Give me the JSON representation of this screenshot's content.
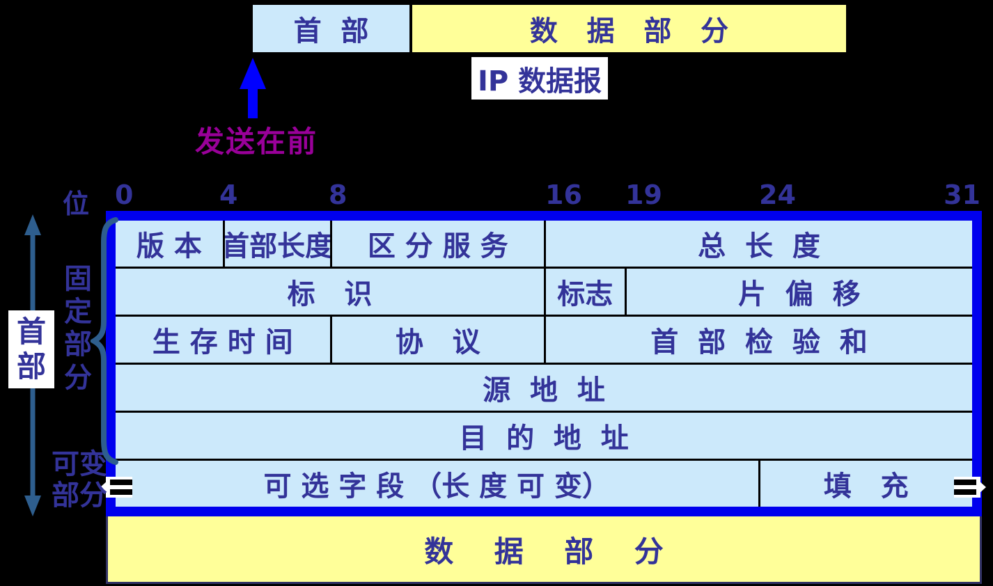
{
  "colors": {
    "background": "#000000",
    "header_fill": "#cce9fb",
    "data_fill": "#ffff99",
    "table_border": "#0000ee",
    "text_navy": "#333399",
    "note_purple": "#990099",
    "arrow_blue": "#0000ff",
    "bracket_steel": "#2e5e8e",
    "grid_line": "#000000"
  },
  "top": {
    "header_label": "首  部",
    "data_label": "数   据   部   分",
    "caption": "IP 数据报",
    "note": "发送在前"
  },
  "bits": {
    "label": "位",
    "ticks": [
      "0",
      "4",
      "8",
      "16",
      "19",
      "24",
      "31"
    ]
  },
  "side": {
    "header": "首\n部",
    "fixed": "固\n定\n部\n分",
    "variable": "可变\n部分"
  },
  "table": {
    "rows": [
      {
        "cells": [
          {
            "label": "版 本",
            "bits": 4
          },
          {
            "label": "首部长度",
            "bits": 4
          },
          {
            "label": "区 分 服 务",
            "bits": 8
          },
          {
            "label": "总  长  度",
            "bits": 16
          }
        ]
      },
      {
        "cells": [
          {
            "label": "标   识",
            "bits": 16
          },
          {
            "label": "标志",
            "bits": 3
          },
          {
            "label": "片  偏  移",
            "bits": 13
          }
        ]
      },
      {
        "cells": [
          {
            "label": "生 存 时 间",
            "bits": 8
          },
          {
            "label": "协   议",
            "bits": 8
          },
          {
            "label": "首  部  检  验  和",
            "bits": 16
          }
        ]
      },
      {
        "cells": [
          {
            "label": "源  地  址",
            "bits": 32
          }
        ]
      },
      {
        "cells": [
          {
            "label": "目  的  地  址",
            "bits": 32
          }
        ]
      },
      {
        "cells": [
          {
            "label": "可 选 字 段 （长 度 可 变）",
            "bits": 24
          },
          {
            "label": "填   充",
            "bits": 8
          }
        ]
      }
    ],
    "data_label": "数    据    部    分"
  }
}
